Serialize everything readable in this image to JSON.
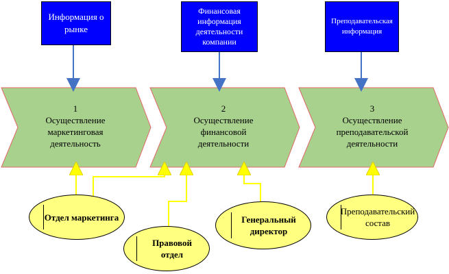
{
  "information": [
    {
      "label": "Информация о\nрынке"
    },
    {
      "label": "Финансовая\nинформация\nдеятельности\nкомпании"
    },
    {
      "label": "Преподавательская\nинформация"
    }
  ],
  "processes": [
    {
      "number": "1",
      "label": "Осуществление\nмаркетинговая\nдеятельность"
    },
    {
      "number": "2",
      "label": "Осуществление\nфинансовой\nдеятельности"
    },
    {
      "number": "3",
      "label": "Осуществление\nпреподавательской\nдеятельности"
    }
  ],
  "actors": [
    {
      "label": "Отдел маркетинга"
    },
    {
      "label": "Правовой\nотдел"
    },
    {
      "label": "Генеральный\nдиректор"
    },
    {
      "label": "Преподавательский\nсостав"
    }
  ],
  "colors": {
    "info_fill": "#0000ff",
    "process_fill": "#a9d18e",
    "process_stroke": "#e06666",
    "actor_fill": "#ffff80",
    "connector": "#ffff00",
    "flow_arrow": "#4472c4"
  }
}
